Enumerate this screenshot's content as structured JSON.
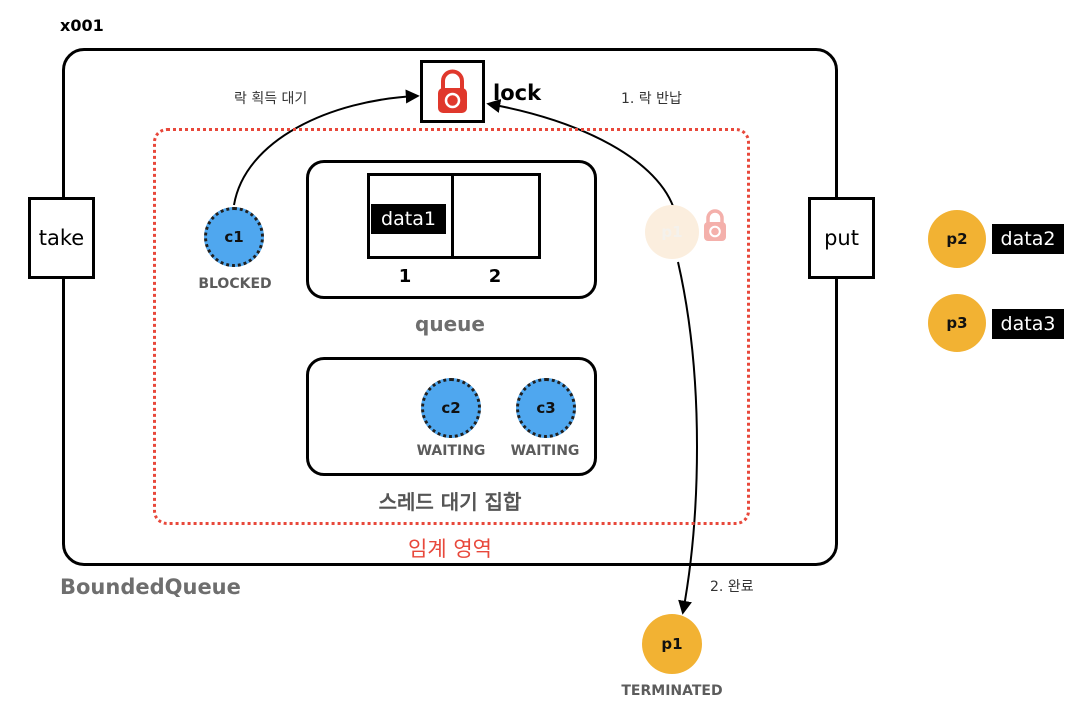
{
  "object_id": "x001",
  "container_label": "BoundedQueue",
  "lock": {
    "label": "lock",
    "icon": "padlock-icon"
  },
  "buttons": {
    "take": "take",
    "put": "put"
  },
  "annotations": {
    "acquire_wait": "락 획득 대기",
    "return_lock": "1. 락 반납",
    "complete": "2. 완료"
  },
  "queue": {
    "label": "queue",
    "slots": [
      {
        "index": "1",
        "value": "data1"
      },
      {
        "index": "2",
        "value": ""
      }
    ]
  },
  "wait_set": {
    "label": "스레드 대기 집합",
    "threads": [
      {
        "name": "c2",
        "state": "WAITING"
      },
      {
        "name": "c3",
        "state": "WAITING"
      }
    ]
  },
  "critical_section": {
    "label": "임계 영역"
  },
  "consumer_blocked": {
    "name": "c1",
    "state": "BLOCKED"
  },
  "producer_releasing": {
    "name": "p1"
  },
  "producer_terminated": {
    "name": "p1",
    "state": "TERMINATED"
  },
  "waiting_producers": [
    {
      "name": "p2",
      "data": "data2"
    },
    {
      "name": "p3",
      "data": "data3"
    }
  ],
  "colors": {
    "critical_border": "#e8483b",
    "consumer": "#4fa7ef",
    "producer": "#f2b233",
    "lock_red": "#e0382c"
  }
}
